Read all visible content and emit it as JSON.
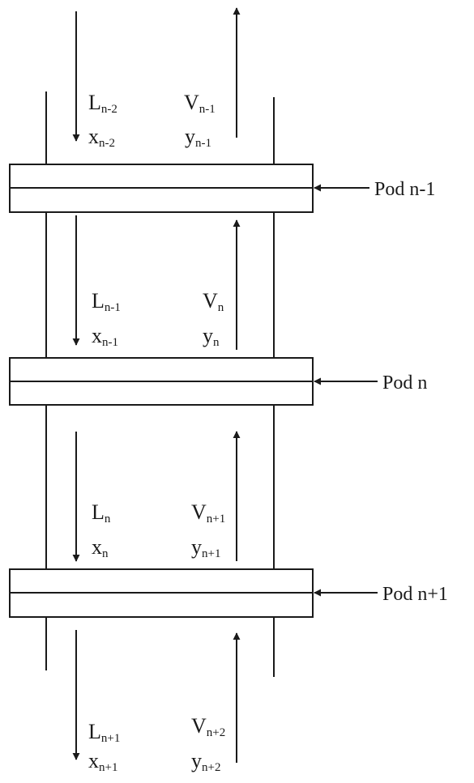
{
  "colors": {
    "line": "#1a1a1a",
    "background": "#ffffff"
  },
  "trays": [
    {
      "label": "Pod n-1"
    },
    {
      "label": "Pod n"
    },
    {
      "label": "Pod n+1"
    }
  ],
  "streams": [
    {
      "liquid": "L",
      "liquid_sub": "n-2",
      "liquid_frac": "x",
      "liquid_frac_sub": "n-2",
      "vapor": "V",
      "vapor_sub": "n-1",
      "vapor_frac": "y",
      "vapor_frac_sub": "n-1"
    },
    {
      "liquid": "L",
      "liquid_sub": "n-1",
      "liquid_frac": "x",
      "liquid_frac_sub": "n-1",
      "vapor": "V",
      "vapor_sub": "n",
      "vapor_frac": "y",
      "vapor_frac_sub": "n"
    },
    {
      "liquid": "L",
      "liquid_sub": "n",
      "liquid_frac": "x",
      "liquid_frac_sub": "n",
      "vapor": "V",
      "vapor_sub": "n+1",
      "vapor_frac": "y",
      "vapor_frac_sub": "n+1"
    },
    {
      "liquid": "L",
      "liquid_sub": "n+1",
      "liquid_frac": "x",
      "liquid_frac_sub": "n+1",
      "vapor": "V",
      "vapor_sub": "n+2",
      "vapor_frac": "y",
      "vapor_frac_sub": "n+2"
    }
  ]
}
